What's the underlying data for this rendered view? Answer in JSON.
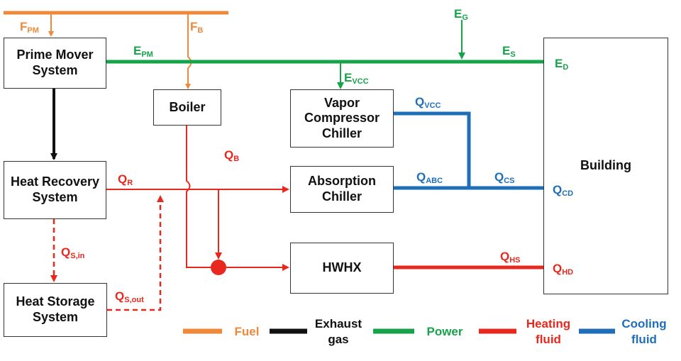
{
  "colors": {
    "fuel": "#f0883a",
    "exhaust": "#111111",
    "power": "#16a34a",
    "heating": "#e8281e",
    "cooling": "#1e6fb8"
  },
  "boxes": {
    "prime_mover": "Prime Mover System",
    "boiler": "Boiler",
    "heat_recovery": "Heat Recovery System",
    "heat_storage": "Heat Storage System",
    "vapor_chiller": "Vapor Compressor Chiller",
    "absorption_chiller": "Absorption Chiller",
    "hwhx": "HWHX",
    "building": "Building"
  },
  "labels": {
    "f_pm": {
      "main": "F",
      "sub": "PM"
    },
    "f_b": {
      "main": "F",
      "sub": "B"
    },
    "e_g": {
      "main": "E",
      "sub": "G"
    },
    "e_pm": {
      "main": "E",
      "sub": "PM"
    },
    "e_s": {
      "main": "E",
      "sub": "S"
    },
    "e_d": {
      "main": "E",
      "sub": "D"
    },
    "e_vcc": {
      "main": "E",
      "sub": "VCC"
    },
    "q_vcc": {
      "main": "Q",
      "sub": "VCC"
    },
    "q_b": {
      "main": "Q",
      "sub": "B"
    },
    "q_r": {
      "main": "Q",
      "sub": "R"
    },
    "q_abc": {
      "main": "Q",
      "sub": "ABC"
    },
    "q_cs": {
      "main": "Q",
      "sub": "CS"
    },
    "q_cd": {
      "main": "Q",
      "sub": "CD"
    },
    "q_hs": {
      "main": "Q",
      "sub": "HS"
    },
    "q_hd": {
      "main": "Q",
      "sub": "HD"
    },
    "q_s_in": {
      "main": "Q",
      "sub": "S,in"
    },
    "q_s_out": {
      "main": "Q",
      "sub": "S,out"
    }
  },
  "legend": {
    "fuel": "Fuel",
    "exhaust": "Exhaust gas",
    "power": "Power",
    "heating": "Heating fluid",
    "cooling": "Cooling fluid"
  }
}
